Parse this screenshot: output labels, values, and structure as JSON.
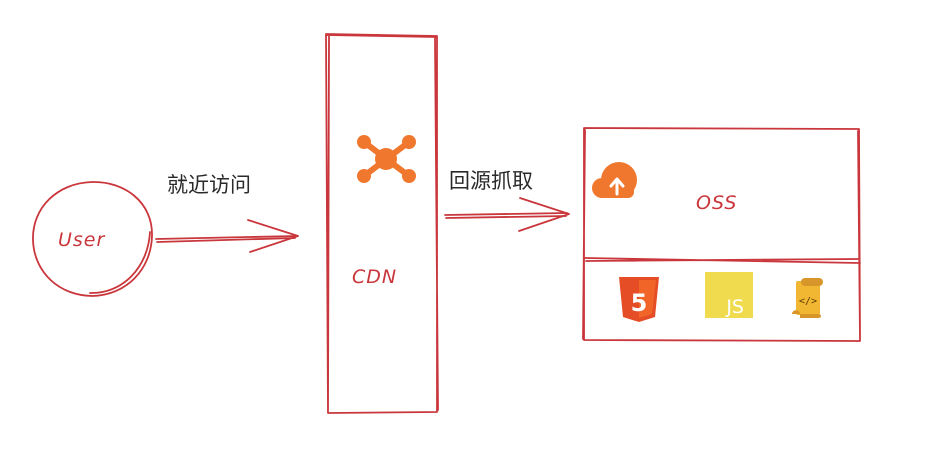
{
  "nodes": {
    "user": {
      "label": "User"
    },
    "cdn": {
      "label": "CDN"
    },
    "oss": {
      "label": "OSS"
    }
  },
  "edges": {
    "user_to_cdn": {
      "label": "就近访问"
    },
    "cdn_to_oss": {
      "label": "回源抓取"
    }
  },
  "file_types": {
    "html": {
      "icon": "html5-icon",
      "label": "5"
    },
    "js": {
      "icon": "javascript-icon",
      "label": "JS"
    },
    "code": {
      "icon": "code-scroll-icon",
      "label": "</>"
    }
  },
  "colors": {
    "stroke": "#c9363b",
    "cdn_icon": "#f0772e",
    "oss_icon": "#f0772e",
    "html5": "#e44d26",
    "js": "#f0db4f",
    "scroll": "#f1b733"
  }
}
